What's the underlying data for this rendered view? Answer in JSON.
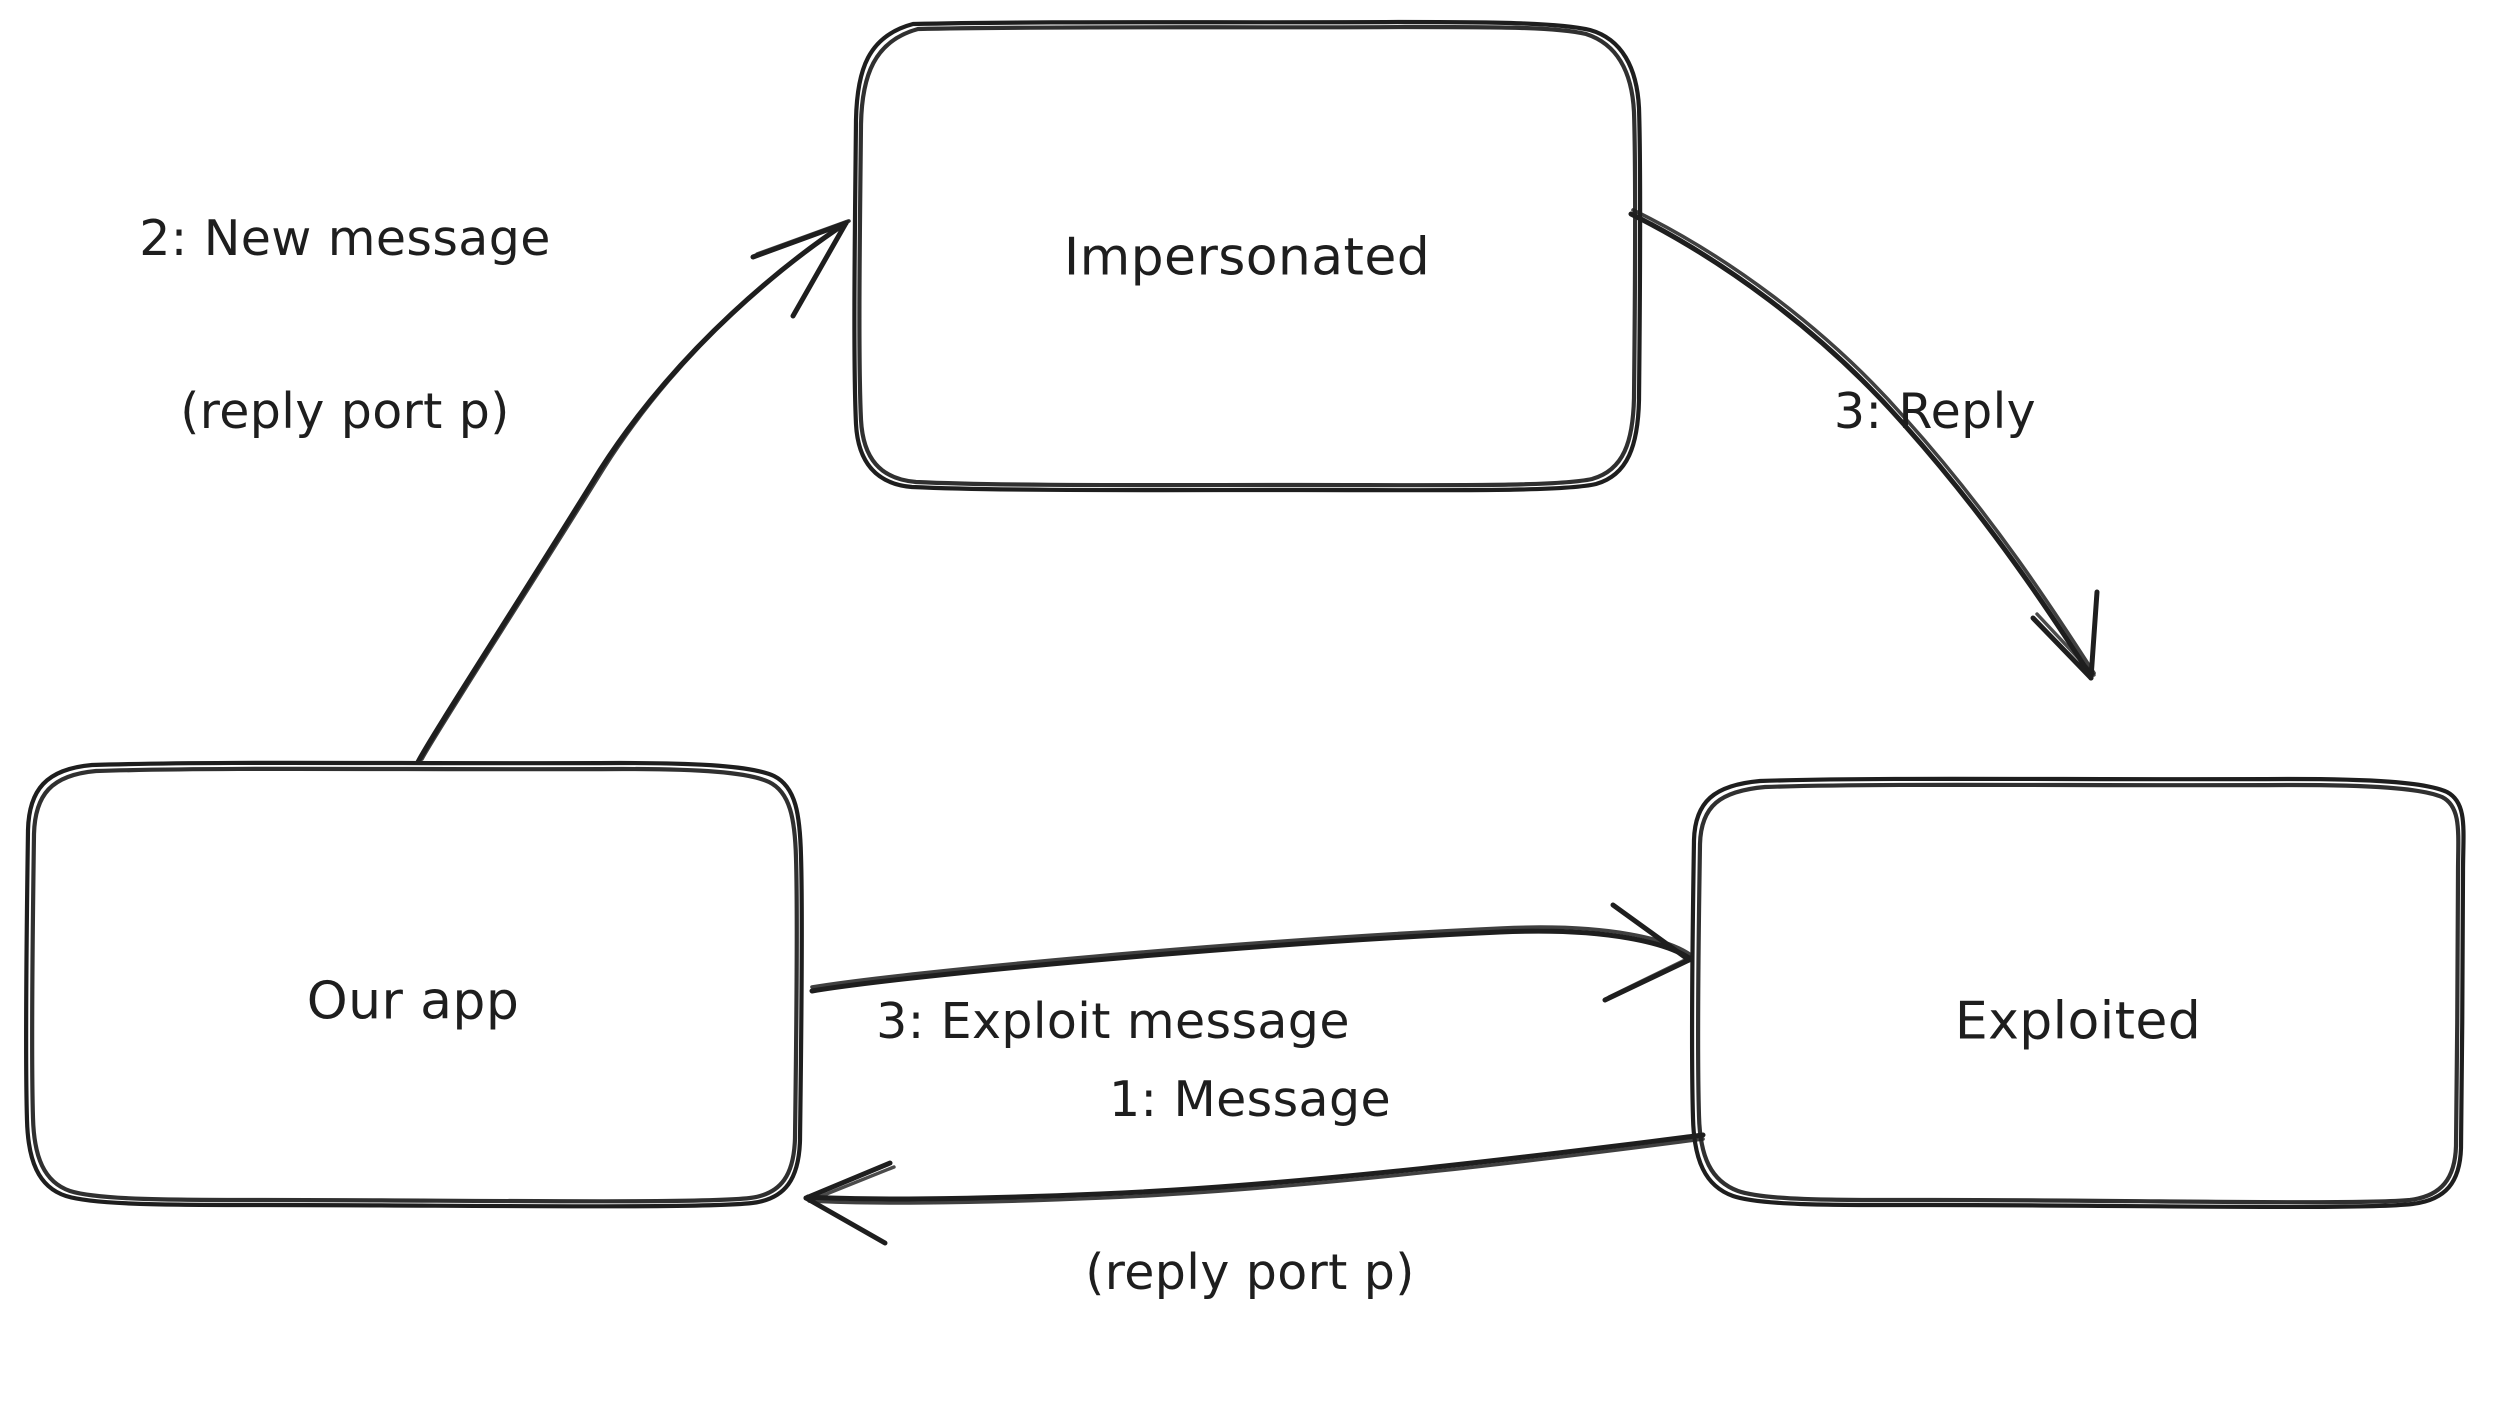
{
  "diagram": {
    "type": "sequence-flow-diagram",
    "style": "hand-drawn-sketch",
    "background_color": "#ffffff",
    "stroke_color": "#1e1e1e",
    "nodes": [
      {
        "id": "impersonated",
        "label": "Impersonated",
        "shape": "rounded-rectangle"
      },
      {
        "id": "our-app",
        "label": "Our app",
        "shape": "rounded-rectangle"
      },
      {
        "id": "exploited",
        "label": "Exploited",
        "shape": "rounded-rectangle"
      }
    ],
    "edges": [
      {
        "id": "edge-new-message",
        "from": "our-app",
        "to": "impersonated",
        "step": "2",
        "label_line1": "2: New message",
        "label_line2": "(reply port p)",
        "arrowhead": "end"
      },
      {
        "id": "edge-reply",
        "from": "impersonated",
        "to": "exploited",
        "step": "3",
        "label_line1": "3: Reply",
        "label_line2": "",
        "arrowhead": "end"
      },
      {
        "id": "edge-exploit-message",
        "from": "our-app",
        "to": "exploited",
        "step": "3",
        "label_line1": "3: Exploit message",
        "label_line2": "",
        "arrowhead": "end"
      },
      {
        "id": "edge-message",
        "from": "exploited",
        "to": "our-app",
        "step": "1",
        "label_line1": "1: Message",
        "label_line2": "(reply port p)",
        "arrowhead": "end"
      }
    ]
  }
}
